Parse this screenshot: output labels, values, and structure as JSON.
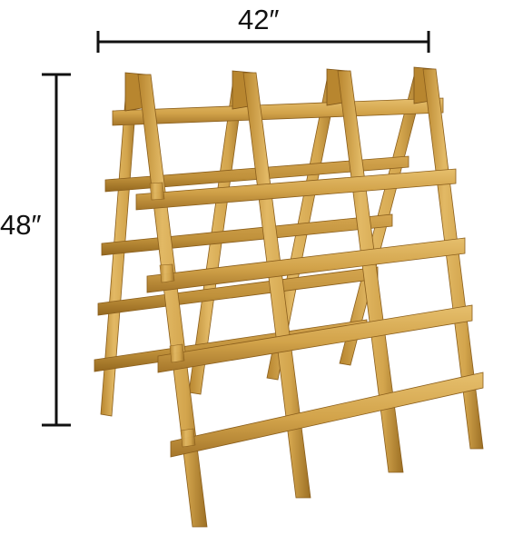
{
  "dimensions": {
    "width_label": "42″",
    "height_label": "48″"
  },
  "colors": {
    "background": "#ffffff",
    "wood_light": "#dcb15a",
    "wood_mid": "#c99a3f",
    "wood_dark": "#a8782a",
    "wood_edge": "#8a5e1c",
    "dimension_line": "#111111"
  },
  "subject": {
    "back_bars": 4,
    "front_bars": 5,
    "legs": 8
  }
}
